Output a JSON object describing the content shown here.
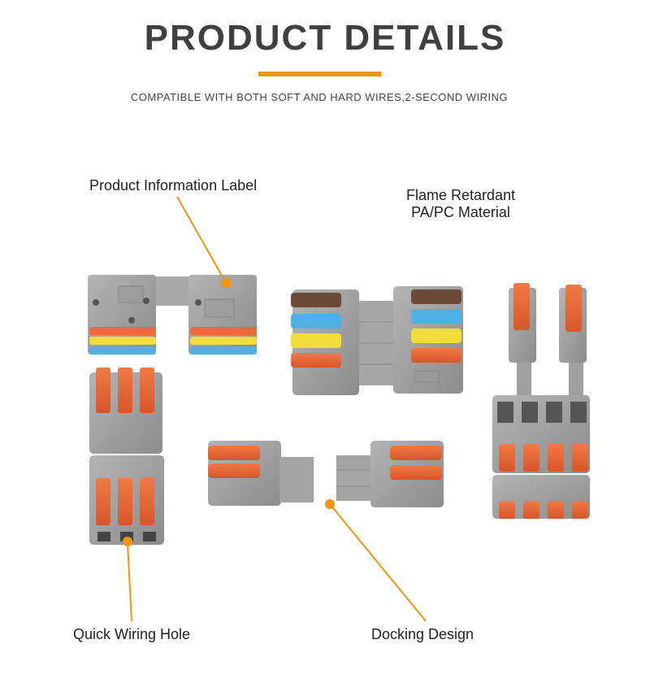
{
  "header": {
    "title": "PRODUCT DETAILS",
    "subtitle": "COMPATIBLE WITH BOTH SOFT AND HARD WIRES,2-SECOND WIRING",
    "accent_color": "#f39313"
  },
  "callouts": {
    "info_label": "Product Information Label",
    "material_line1": "Flame Retardant",
    "material_line2": "PA/PC Material",
    "wiring_hole": "Quick Wiring Hole",
    "docking": "Docking Design"
  },
  "colors": {
    "housing": "#9a9a9a",
    "lever_orange": "#ec6a3a",
    "lever_brown": "#6b4a3a",
    "lever_blue": "#4fb0e6",
    "lever_yellow": "#f2dc3a"
  }
}
